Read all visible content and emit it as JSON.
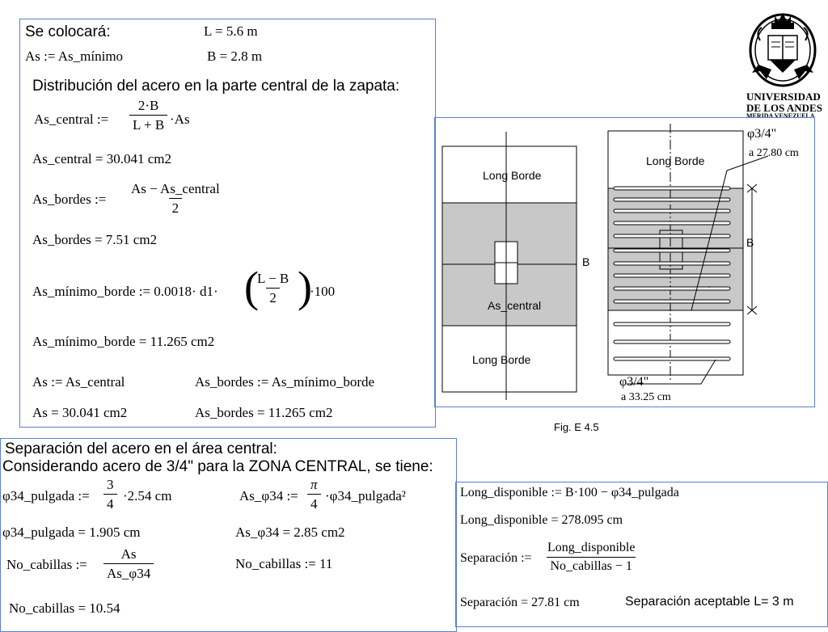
{
  "top_calc": {
    "se_colocara": "Se colocará:",
    "as_def": "As := As_mínimo",
    "l_value": "L = 5.6 m",
    "b_value": "B = 2.8 m",
    "dist_title": "Distribución del acero en la parte central de la zapata:",
    "as_central_lhs": "As_central :=",
    "as_central_num": "2·B",
    "as_central_den": "L + B",
    "as_central_tail": "·As",
    "as_central_result": "As_central = 30.041 cm2",
    "as_bordes_lhs": "As_bordes :=",
    "as_bordes_num": "As − As_central",
    "as_bordes_den": "2",
    "as_bordes_result": "As_bordes = 7.51 cm2",
    "as_min_borde_lhs": "As_mínimo_borde := 0.0018· d1·",
    "as_min_borde_num": "L − B",
    "as_min_borde_den": "2",
    "as_min_borde_tail": "·100",
    "as_min_borde_result": "As_mínimo_borde = 11.265 cm2",
    "as_assign": "As := As_central",
    "as_bordes_assign": "As_bordes := As_mínimo_borde",
    "as_final": "As = 30.041 cm2",
    "as_bordes_final": "As_bordes = 11.265 cm2"
  },
  "figure": {
    "left_long_borde_top": "Long Borde",
    "left_long_borde_bottom": "Long Borde",
    "left_b_label": "B",
    "left_as_central": "As_central",
    "right_long_borde": "Long Borde",
    "right_b_label": "B",
    "bar_top_label": "φ3/4\"",
    "bar_top_spacing": "a 27.80 cm",
    "bar_bottom_label": "φ3/4\"",
    "bar_bottom_spacing": "a 33.25 cm",
    "caption": "Fig. E 4.5"
  },
  "logo": {
    "line1": "UNIVERSIDAD",
    "line2": "DE LOS ANDES",
    "line3": "MERIDA VENEZUELA"
  },
  "separation": {
    "title1": "Separación del acero en el área central:",
    "title2": "Considerando acero de 3/4\" para la ZONA CENTRAL, se tiene:",
    "phi_def_lhs": "φ34_pulgada :=",
    "phi_def_num": "3",
    "phi_def_den": "4",
    "phi_def_tail": "·2.54  cm",
    "as_phi_lhs": "As_φ34 :=",
    "as_phi_num": "π",
    "as_phi_den": "4",
    "as_phi_tail": "·φ34_pulgada²",
    "phi_result": "φ34_pulgada = 1.905 cm",
    "as_phi_result": "As_φ34 = 2.85 cm2",
    "no_cab_lhs": "No_cabillas :=",
    "no_cab_num": "As",
    "no_cab_den": "As_φ34",
    "no_cab_assign": "No_cabillas := 11",
    "no_cab_result": "No_cabillas = 10.54"
  },
  "right_calc": {
    "long_disp_def": "Long_disponible := B·100 − φ34_pulgada",
    "long_disp_result": "Long_disponible = 278.095 cm",
    "sep_lhs": "Separación :=",
    "sep_num": "Long_disponible",
    "sep_den": "No_cabillas − 1",
    "sep_result": "Separación = 27.81 cm",
    "sep_note": "Separación aceptable  L= 3 m"
  }
}
